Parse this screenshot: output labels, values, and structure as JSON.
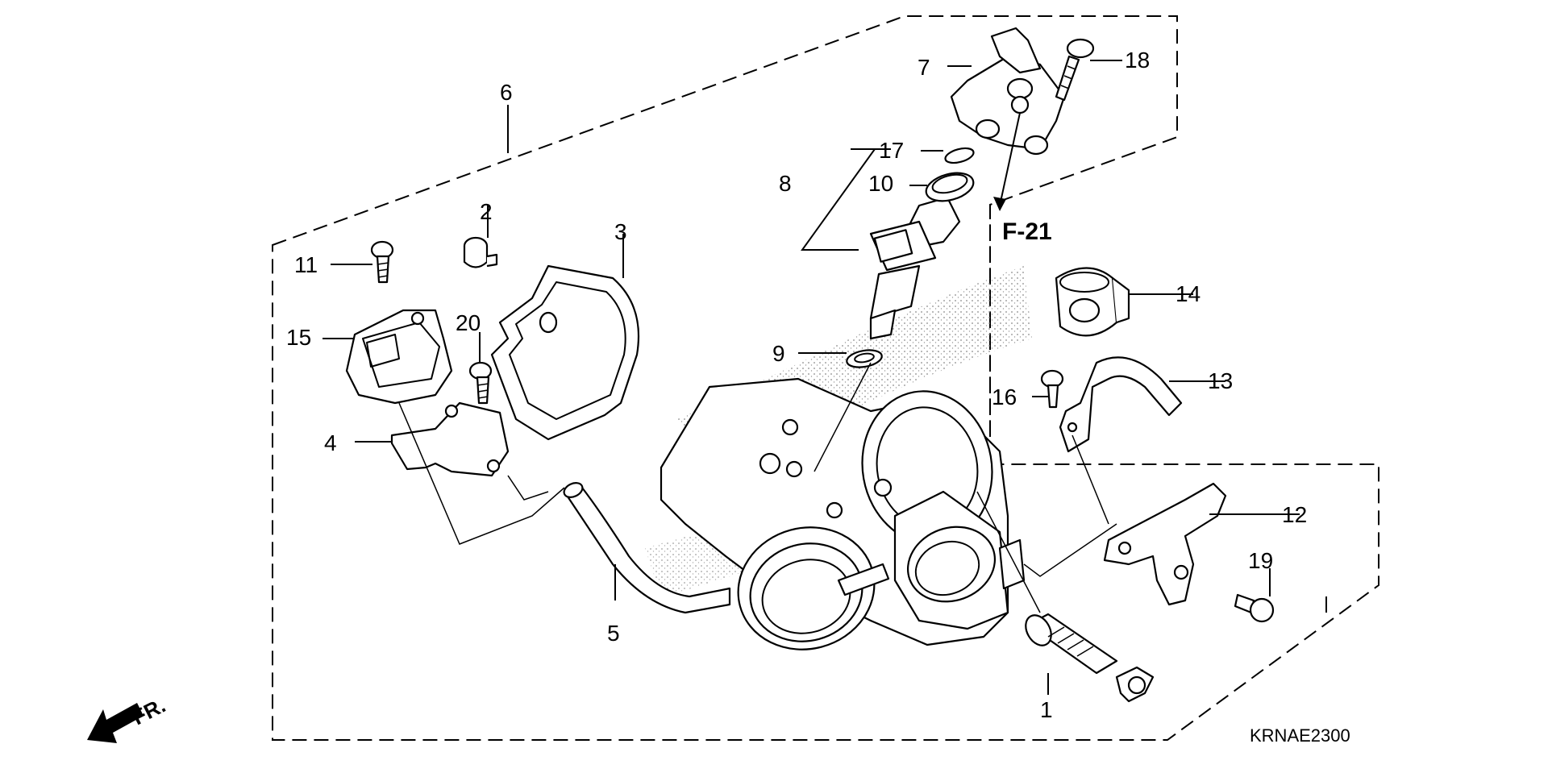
{
  "diagram": {
    "ref_label": "F-21",
    "drawing_code": "KRNAE2300",
    "front_label": "FR.",
    "callouts": {
      "c1": "1",
      "c2": "2",
      "c3": "3",
      "c4": "4",
      "c5": "5",
      "c6": "6",
      "c7": "7",
      "c8": "8",
      "c9": "9",
      "c10": "10",
      "c11": "11",
      "c12": "12",
      "c13": "13",
      "c14": "14",
      "c15": "15",
      "c16": "16",
      "c17": "17",
      "c18": "18",
      "c19": "19",
      "c20": "20"
    }
  }
}
